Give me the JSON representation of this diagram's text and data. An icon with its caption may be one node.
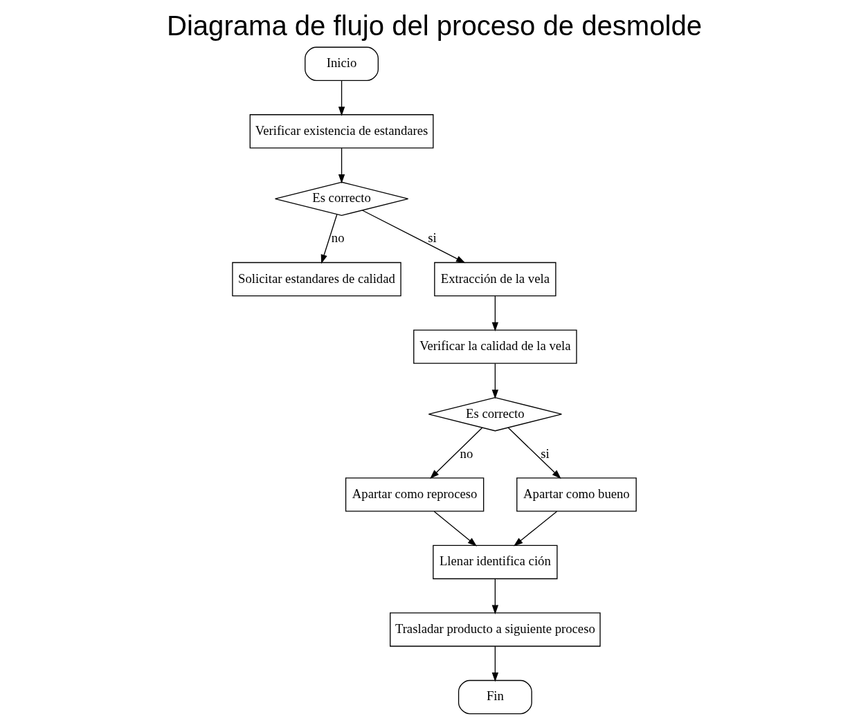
{
  "diagram": {
    "title": "Diagrama de flujo del proceso de desmolde",
    "nodes": [
      {
        "text": [
          "Inicio"
        ]
      },
      {
        "text": [
          "Verificar existencia de estandares"
        ]
      },
      {
        "text": [
          "Es correcto"
        ]
      },
      {
        "text": [
          "Solicitar estandares de calidad"
        ]
      },
      {
        "text": [
          "Extracción de la vela"
        ]
      },
      {
        "text": [
          "Verificar la calidad de la vela"
        ]
      },
      {
        "text": [
          "Es correcto"
        ]
      },
      {
        "text": [
          "Apartar como reproceso"
        ]
      },
      {
        "text": [
          "Apartar como bueno"
        ]
      },
      {
        "text": [
          "Llenar identifica ción"
        ]
      },
      {
        "text": [
          "Trasladar producto a siguiente proceso"
        ]
      },
      {
        "text": [
          "Fin"
        ]
      }
    ],
    "edges": [
      {
        "from": 0,
        "to": 1,
        "arrow": "to"
      },
      {
        "from": 1,
        "to": 2,
        "arrow": "to"
      },
      {
        "from": 2,
        "to": 3,
        "arrow": "to",
        "label": "no"
      },
      {
        "from": 2,
        "to": 4,
        "arrow": "to",
        "label": "si"
      },
      {
        "from": 4,
        "to": 5,
        "arrow": "to"
      },
      {
        "from": 5,
        "to": 6,
        "arrow": "to"
      },
      {
        "from": 6,
        "to": 7,
        "arrow": "to",
        "label": "no"
      },
      {
        "from": 6,
        "to": 8,
        "arrow": "to",
        "label": "si"
      },
      {
        "from": 7,
        "to": 9,
        "arrow": "to"
      },
      {
        "from": 8,
        "to": 9,
        "arrow": "to"
      },
      {
        "from": 9,
        "to": 10,
        "arrow": "to"
      },
      {
        "from": 10,
        "to": 11,
        "arrow": "to"
      }
    ]
  }
}
